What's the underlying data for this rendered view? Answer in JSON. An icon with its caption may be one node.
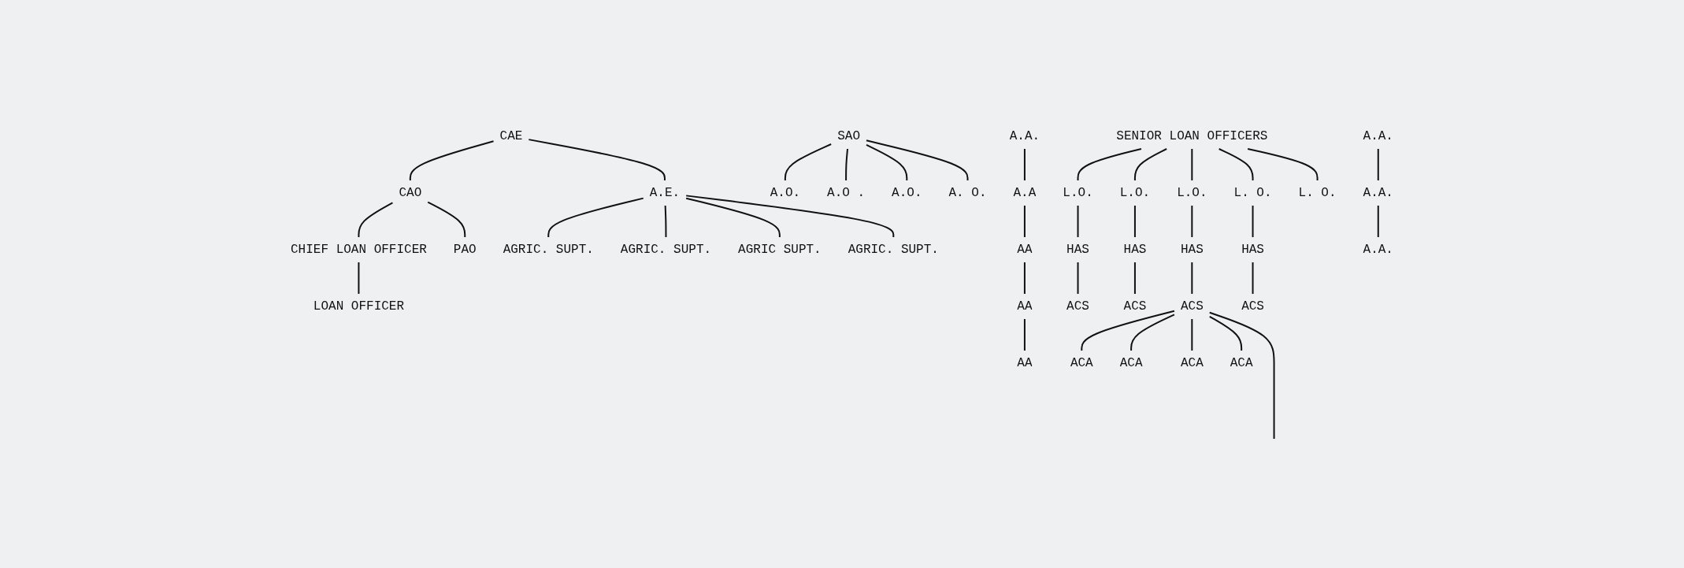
{
  "diagram": {
    "nodes": [
      {
        "text": [
          "CAE"
        ]
      },
      {
        "text": [
          "CAO"
        ]
      },
      {
        "text": [
          "CHIEF LOAN OFFICER"
        ]
      },
      {
        "text": [
          "PAO"
        ]
      },
      {
        "text": [
          "SAO"
        ]
      },
      {
        "text": [
          "LOAN OFFICER"
        ]
      },
      {
        "text": [
          "A.E."
        ]
      },
      {
        "text": [
          "SENIOR LOAN OFFICERS"
        ]
      },
      {
        "text": [
          "AGRIC. SUPT."
        ]
      },
      {
        "text": [
          "AGRIC. SUPT."
        ]
      },
      {
        "text": [
          "AGRIC SUPT."
        ]
      },
      {
        "text": [
          "AGRIC. SUPT."
        ]
      },
      {
        "text": [
          "A.O."
        ]
      },
      {
        "text": [
          "A.O ."
        ]
      },
      {
        "text": [
          "A.O."
        ]
      },
      {
        "text": [
          "A. O."
        ]
      },
      {
        "text": [
          "L.O."
        ]
      },
      {
        "text": [
          "L.O."
        ]
      },
      {
        "text": [
          "L.O."
        ]
      },
      {
        "text": [
          "L. O."
        ]
      },
      {
        "text": [
          "L. O."
        ]
      },
      {
        "text": [
          "HAS"
        ]
      },
      {
        "text": [
          "HAS"
        ]
      },
      {
        "text": [
          "HAS"
        ]
      },
      {
        "text": [
          "HAS"
        ]
      },
      {
        "text": [
          "ACS"
        ]
      },
      {
        "text": [
          "ACS"
        ]
      },
      {
        "text": [
          "ACS"
        ]
      },
      {
        "text": [
          "ACS"
        ]
      },
      {
        "text": [
          "A.A."
        ]
      },
      {
        "text": [
          "A.A."
        ]
      },
      {
        "text": [
          "A.A."
        ]
      },
      {
        "text": [
          "A.A."
        ]
      },
      {
        "text": [
          "A.A"
        ]
      },
      {
        "text": [
          "AA"
        ]
      },
      {
        "text": [
          "AA"
        ]
      },
      {
        "text": [
          "AA"
        ]
      },
      {
        "text": [
          "ACA"
        ]
      },
      {
        "text": [
          "ACA"
        ]
      },
      {
        "text": [
          "ACA"
        ]
      },
      {
        "text": [
          "ACA"
        ]
      }
    ],
    "edges": [
      {
        "from": 0,
        "to": 1,
        "arrow": "none"
      },
      {
        "from": 1,
        "to": 2,
        "arrow": "none"
      },
      {
        "from": 0,
        "to": 6,
        "arrow": "none"
      },
      {
        "from": 1,
        "to": 3,
        "arrow": "none"
      },
      {
        "from": 2,
        "to": 5,
        "arrow": "none"
      },
      {
        "from": 6,
        "to": 8,
        "arrow": "none"
      },
      {
        "from": 6,
        "to": 9,
        "arrow": "none"
      },
      {
        "from": 6,
        "to": 10,
        "arrow": "none"
      },
      {
        "from": 6,
        "to": 11,
        "arrow": "none"
      },
      {
        "from": 4,
        "to": 12,
        "arrow": "none"
      },
      {
        "from": 4,
        "to": 13,
        "arrow": "none"
      },
      {
        "from": 4,
        "to": 14,
        "arrow": "none"
      },
      {
        "from": 4,
        "to": 15,
        "arrow": "none"
      },
      {
        "from": 7,
        "to": 16,
        "arrow": "none"
      },
      {
        "from": 7,
        "to": 17,
        "arrow": "none"
      },
      {
        "from": 7,
        "to": 18,
        "arrow": "none"
      },
      {
        "from": 7,
        "to": 19,
        "arrow": "none"
      },
      {
        "from": 7,
        "to": 20,
        "arrow": "none"
      },
      {
        "from": 16,
        "to": 21,
        "arrow": "none"
      },
      {
        "from": 17,
        "to": 22,
        "arrow": "none"
      },
      {
        "from": 18,
        "to": 23,
        "arrow": "none"
      },
      {
        "from": 19,
        "to": 24,
        "arrow": "none"
      },
      {
        "from": 21,
        "to": 25,
        "arrow": "none"
      },
      {
        "from": 22,
        "to": 26,
        "arrow": "none"
      },
      {
        "from": 23,
        "to": 27,
        "arrow": "none"
      },
      {
        "from": 24,
        "to": 28,
        "arrow": "none"
      },
      {
        "from": 29,
        "to": 30,
        "arrow": "none"
      },
      {
        "from": 30,
        "to": 31,
        "arrow": "none"
      },
      {
        "from": 32,
        "to": 33,
        "arrow": "none"
      },
      {
        "from": 33,
        "to": 34,
        "arrow": "none"
      },
      {
        "from": 34,
        "to": 35,
        "arrow": "none"
      },
      {
        "from": 35,
        "to": 36,
        "arrow": "none"
      },
      {
        "from": 27,
        "to": 37,
        "arrow": "none"
      },
      {
        "from": 27,
        "to": 38,
        "arrow": "none"
      },
      {
        "from": 27,
        "to": 39,
        "arrow": "none"
      },
      {
        "from": 27,
        "to": 40,
        "arrow": "none"
      },
      {
        "from": 27,
        "to": null,
        "arrow": "none"
      }
    ]
  }
}
